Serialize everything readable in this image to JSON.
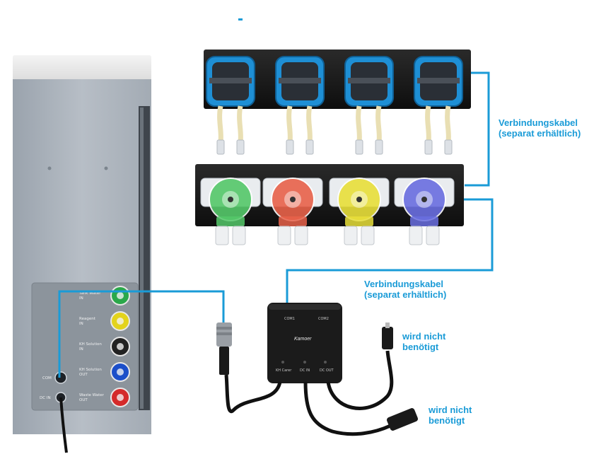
{
  "labels": {
    "cable_top": [
      "Verbindungskabel",
      "(separat erhältlich)"
    ],
    "cable_mid": [
      "Verbindungskabel",
      "(separat erhältlich)"
    ],
    "not_needed_1": [
      "wird nicht",
      "benötigt"
    ],
    "not_needed_2": [
      "wird nicht",
      "benötigt"
    ]
  },
  "analyzer_ports": [
    {
      "label": "Tank Water",
      "sub": "IN",
      "color": "#2aa84a"
    },
    {
      "label": "Reagent",
      "sub": "IN",
      "color": "#e3d31c"
    },
    {
      "label": "KH Solution",
      "sub": "IN",
      "color": "#222222"
    },
    {
      "label": "KH Solution",
      "sub": "OUT",
      "color": "#1c4fc9"
    },
    {
      "label": "Waste Water",
      "sub": "OUT",
      "color": "#d42a2a"
    }
  ],
  "analyzer_side_labels": {
    "com": "COM",
    "dc": "DC IN"
  },
  "hub_labels": {
    "com1": "COM1",
    "com2": "COM2",
    "brand": "Kamoer",
    "port1": "KH Carer",
    "port2": "DC IN",
    "port3": "DC OUT"
  },
  "colors": {
    "accent": "#1a9bd7",
    "pump_blue": "#1e8fd5",
    "pump_head_green": "#55c86a",
    "pump_head_red": "#e8624a",
    "pump_head_yellow": "#e8df3a",
    "pump_head_purple": "#6a6ee0"
  }
}
